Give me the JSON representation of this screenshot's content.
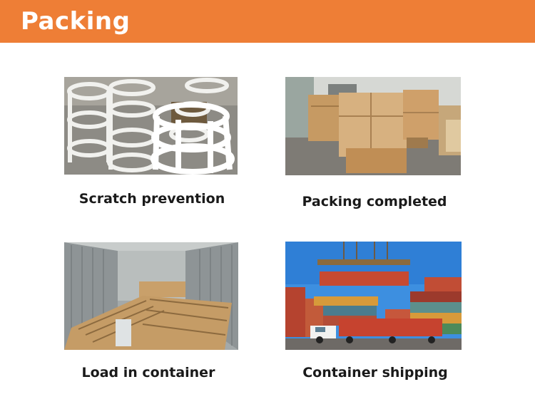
{
  "header": {
    "title": "Packing"
  },
  "panels": [
    {
      "caption": "Scratch prevention"
    },
    {
      "caption": "Packing completed"
    },
    {
      "caption": "Load in container"
    },
    {
      "caption": "Container shipping"
    }
  ],
  "colors": {
    "banner": "#ee7e36",
    "text": "#1a1a1a"
  }
}
